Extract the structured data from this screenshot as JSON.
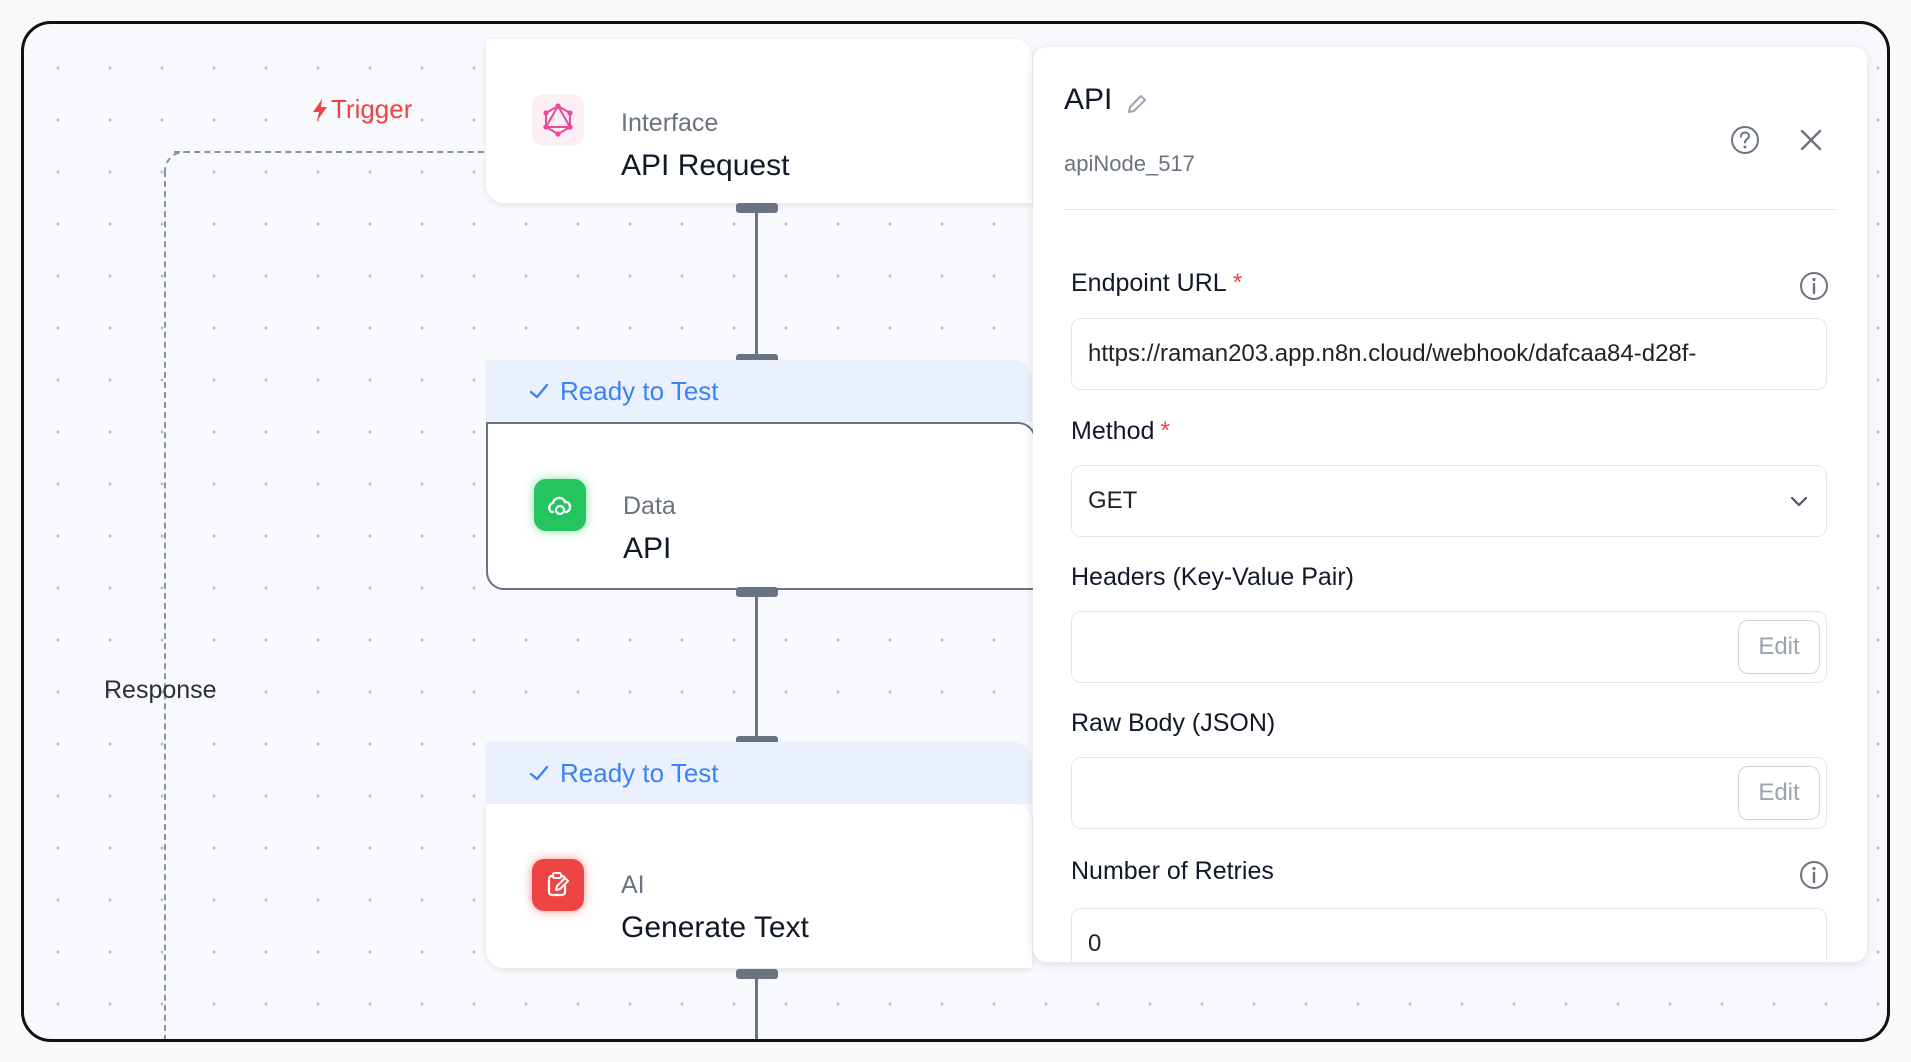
{
  "canvas": {
    "trigger_label": "Trigger",
    "response_label": "Response"
  },
  "nodes": [
    {
      "category": "Interface",
      "title": "API Request",
      "icon": "graphql-icon",
      "color": "#ec4899"
    },
    {
      "status": "Ready to Test",
      "category": "Data",
      "title": "API",
      "icon": "cloud-sync-icon",
      "color": "#22c55e"
    },
    {
      "status": "Ready to Test",
      "category": "AI",
      "title": "Generate Text",
      "icon": "edit-note-icon",
      "color": "#ef4444"
    }
  ],
  "panel": {
    "title": "API",
    "subtitle": "apiNode_517",
    "endpoint": {
      "label": "Endpoint URL",
      "required": "*",
      "value": "https://raman203.app.n8n.cloud/webhook/dafcaa84-d28f-"
    },
    "method": {
      "label": "Method",
      "required": "*",
      "value": "GET"
    },
    "headers": {
      "label": "Headers (Key-Value Pair)",
      "button": "Edit"
    },
    "raw_body": {
      "label": "Raw Body (JSON)",
      "button": "Edit"
    },
    "retries": {
      "label": "Number of Retries",
      "value": "0"
    }
  },
  "colors": {
    "accent_blue": "#3b82f6",
    "required_red": "#ef4444",
    "status_bg": "#eaf1fd"
  }
}
